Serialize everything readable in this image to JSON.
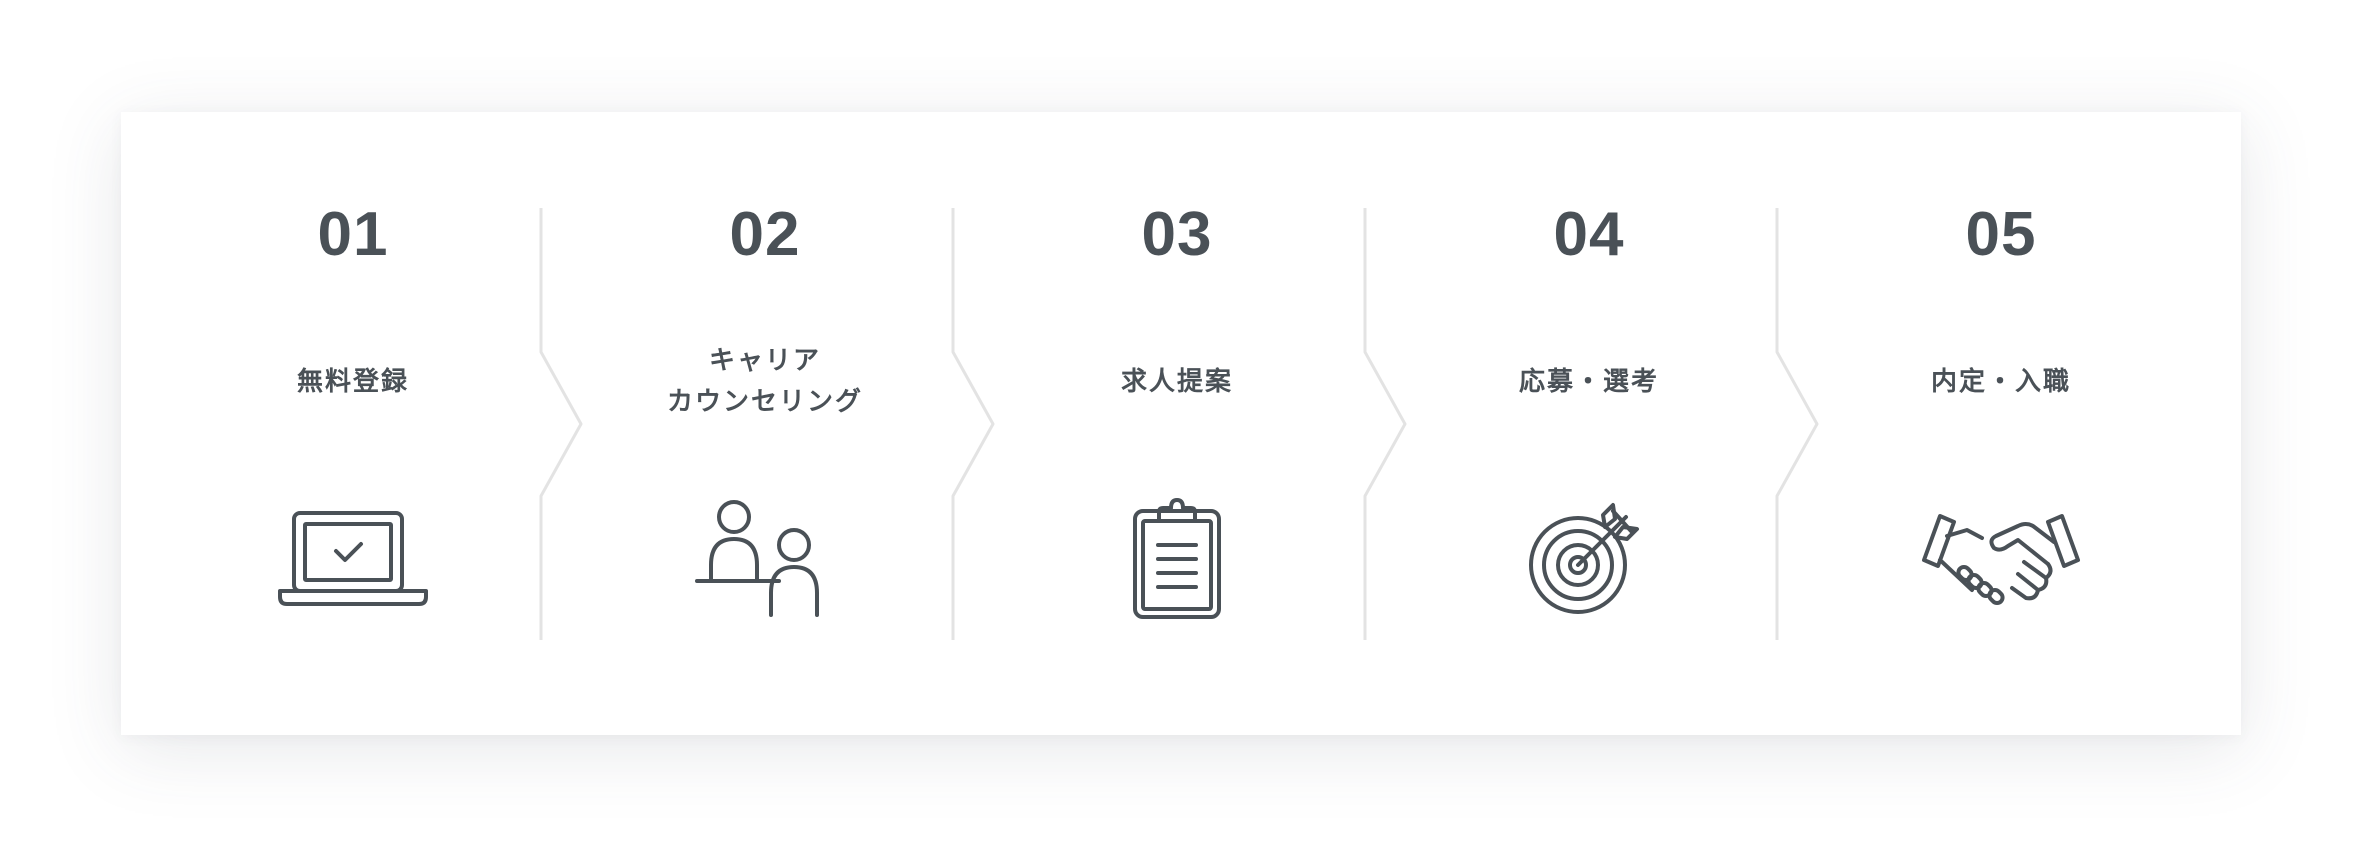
{
  "steps": [
    {
      "number": "01",
      "label_lines": [
        "無料登録"
      ],
      "icon": "laptop-check-icon"
    },
    {
      "number": "02",
      "label_lines": [
        "キャリア",
        "カウンセリング"
      ],
      "icon": "counseling-people-icon"
    },
    {
      "number": "03",
      "label_lines": [
        "求人提案"
      ],
      "icon": "clipboard-icon"
    },
    {
      "number": "04",
      "label_lines": [
        "応募・選考"
      ],
      "icon": "target-arrow-icon"
    },
    {
      "number": "05",
      "label_lines": [
        "内定・入職"
      ],
      "icon": "handshake-icon"
    }
  ],
  "colors": {
    "text": "#4a5157",
    "icon": "#4a5157",
    "divider": "#e3e3e3",
    "card_bg": "#ffffff"
  }
}
